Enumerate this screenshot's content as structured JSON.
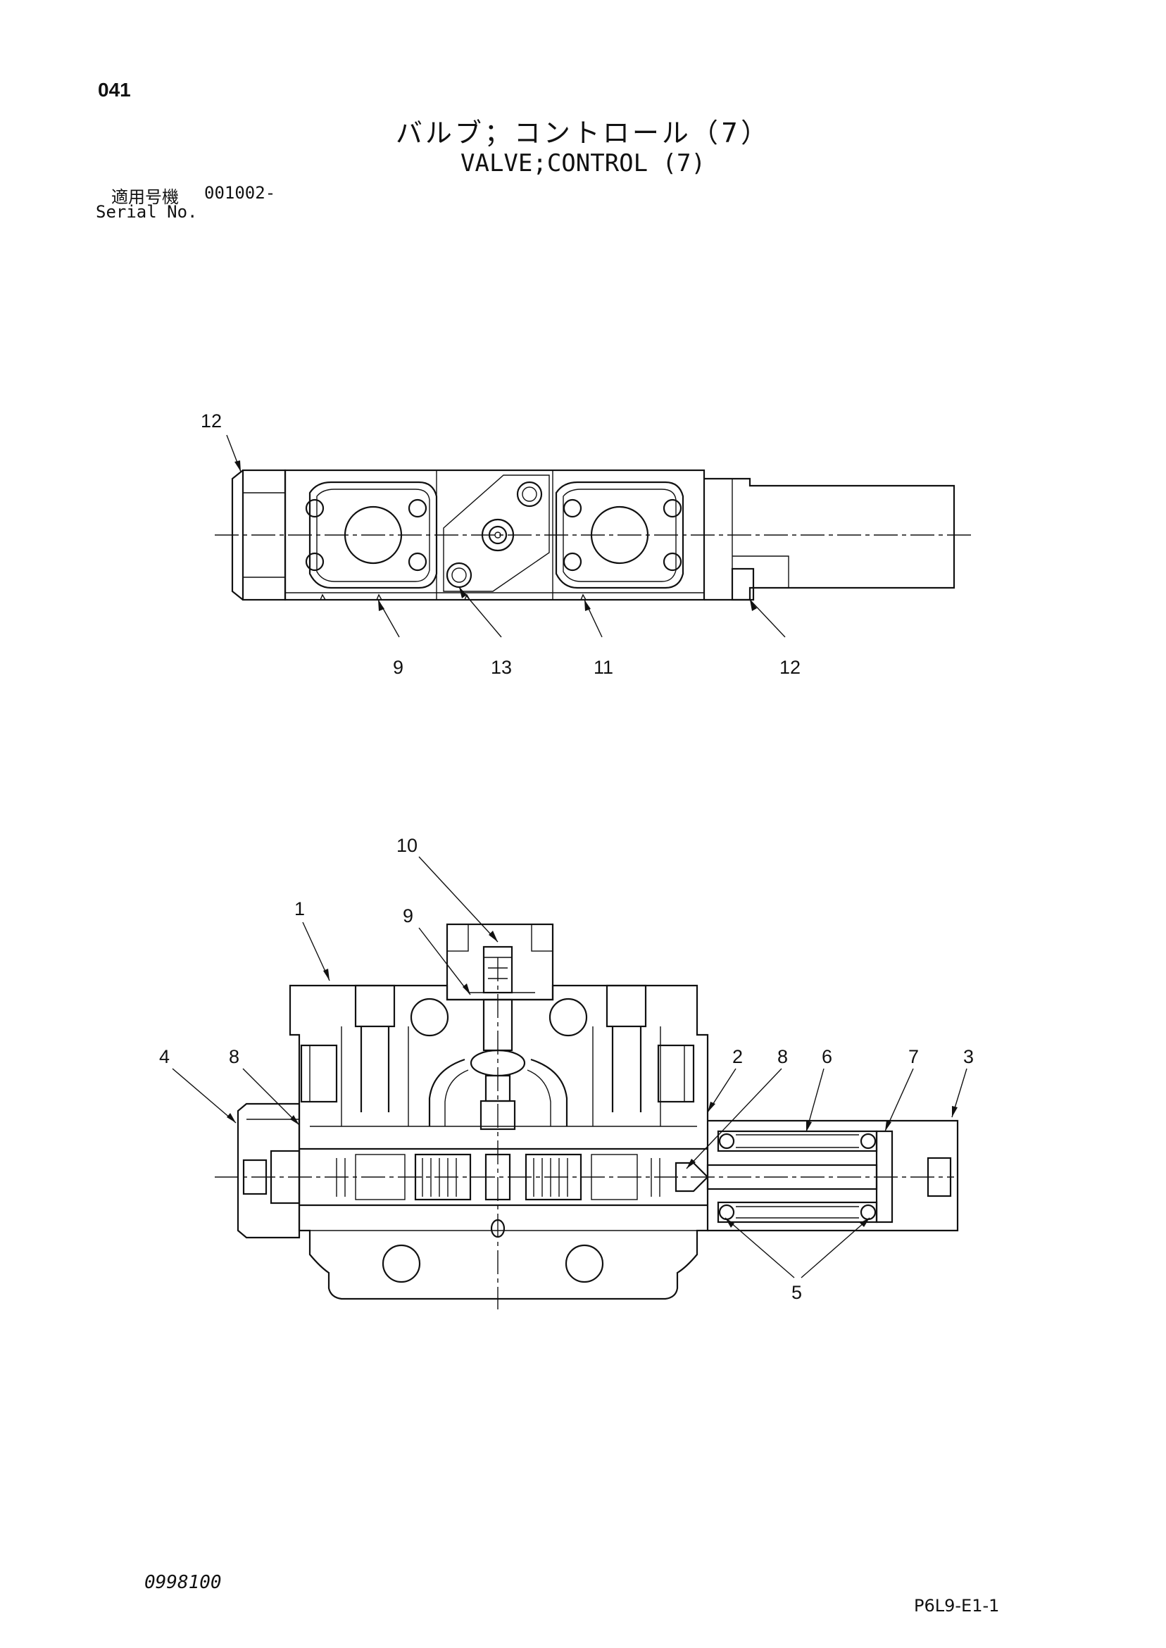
{
  "header": {
    "page_number": "041",
    "title_jp": "バルブ；コントロール（7）",
    "title_en": "VALVE;CONTROL (7)",
    "serial_label_jp": "適用号機",
    "serial_value": "001002-",
    "serial_label_en": "Serial No."
  },
  "top_view": {
    "callouts": [
      "12",
      "9",
      "13",
      "11",
      "12"
    ]
  },
  "section_view": {
    "callouts": [
      "10",
      "1",
      "9",
      "4",
      "8",
      "2",
      "8",
      "6",
      "7",
      "3",
      "5"
    ]
  },
  "footer": {
    "left_code": "0998100",
    "right_code": "P6L9-E1-1"
  }
}
